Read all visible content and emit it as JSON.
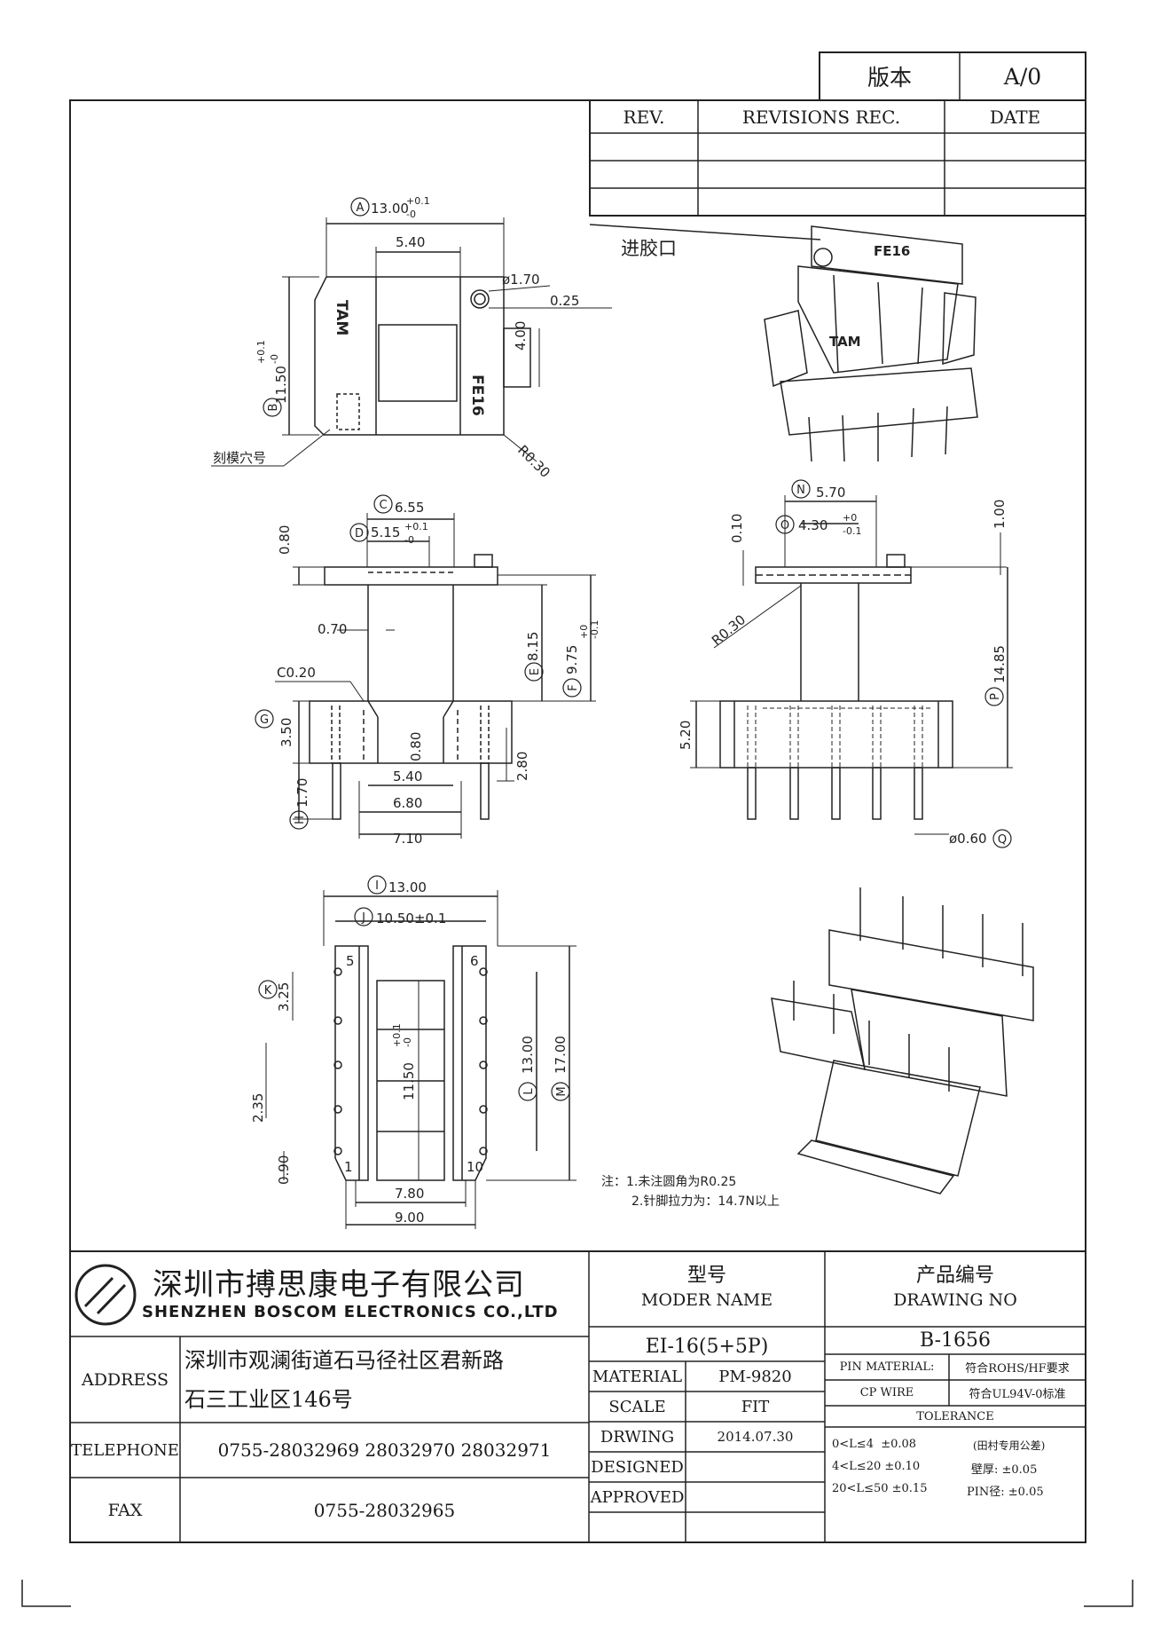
{
  "version": {
    "label": "版本",
    "value": "A/0"
  },
  "revisions": {
    "col_rev": "REV.",
    "col_rec": "REVISIONS REC.",
    "col_date": "DATE"
  },
  "notes": {
    "gate": "进胶口",
    "mold_cavity": "刻模穴号",
    "mark_tam": "TAM",
    "mark_fe16": "FE16",
    "note1": "注：1.未注圆角为R0.25",
    "note2": "2.针脚拉力为：14.7N以上"
  },
  "dims": {
    "A": "13.00",
    "B": "11.50",
    "C": "6.55",
    "D": "5.15",
    "E": "8.15",
    "F": "9.75",
    "G": "3.50",
    "H": "1.70",
    "I": "13.00",
    "J": "10.50±0.1",
    "K": "3.25",
    "L": "13.00",
    "M": "17.00",
    "N": "5.70",
    "O": "4.30",
    "P": "14.85",
    "Q": "ø0.60",
    "d540": "5.40",
    "d170": "ø1.70",
    "d025": "0.25",
    "d400": "4.00",
    "r030": "R0.30",
    "d080": "0.80",
    "d070": "0.70",
    "c020": "C0.20",
    "d080b": "0.80",
    "d280": "2.80",
    "d540b": "5.40",
    "d680": "6.80",
    "d710": "7.10",
    "d010": "0.10",
    "d100": "1.00",
    "r030b": "R0.30",
    "d520": "5.20",
    "d235": "2.35",
    "d090": "0.90",
    "d1150b": "11.50",
    "d780": "7.80",
    "d900": "9.00",
    "tol_p01": "+0.1",
    "tol_m0": "-0",
    "tol_p0": "+0",
    "tol_m01": "-0.1"
  },
  "pins": {
    "p5": "5",
    "p6": "6",
    "p1": "1",
    "p10": "10"
  },
  "title_block": {
    "company_cn": "深圳市搏思康电子有限公司",
    "company_en": "SHENZHEN BOSCOM ELECTRONICS CO.,LTD",
    "model_cn": "型号",
    "model_en": "MODER NAME",
    "drawing_cn": "产品编号",
    "drawing_en": "DRAWING NO",
    "model_value": "EI-16(5+5P)",
    "drawing_value": "B-1656",
    "address_label": "ADDRESS",
    "address_1": "深圳市观澜街道石马径社区君新路",
    "address_2": "石三工业区146号",
    "telephone_label": "TELEPHONE",
    "telephone_value": "0755-28032969 28032970 28032971",
    "fax_label": "FAX",
    "fax_value": "0755-28032965",
    "material_label": "MATERIAL",
    "material_value": "PM-9820",
    "scale_label": "SCALE",
    "scale_value": "FIT",
    "drwing_label": "DRWING",
    "drwing_value": "2014.07.30",
    "designed_label": "DESIGNED",
    "approved_label": "APPROVED",
    "pin_material_label": "PIN MATERIAL:",
    "pin_material_value": "符合ROHS/HF要求",
    "cp_wire_label": "CP WIRE",
    "cp_wire_value": "符合UL94V-0标准",
    "tolerance_label": "TOLERANCE",
    "tol1": "0<L≤4  ±0.08",
    "tol1b": "(田村专用公差)",
    "tol2": "4<L≤20 ±0.10",
    "tol2b": "壁厚: ±0.05",
    "tol3": "20<L≤50 ±0.15",
    "tol3b": "PIN径: ±0.05"
  }
}
